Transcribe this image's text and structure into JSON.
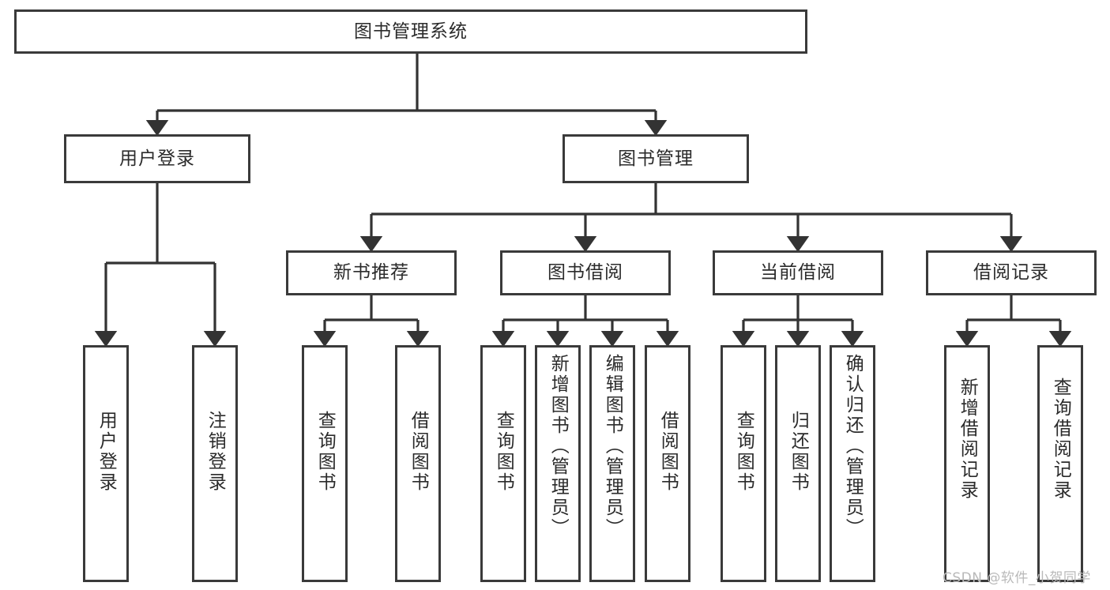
{
  "diagram": {
    "type": "tree-hierarchy-diagram",
    "title": "图书管理系统",
    "watermark": "CSDN @软件_小贺同学",
    "colors": {
      "box_border": "#3a3a3a",
      "box_fill": "#ffffff",
      "connector": "#333333",
      "text": "#2b2b2b",
      "watermark": "#b9b9b9",
      "background": "#ffffff"
    },
    "nodes": {
      "root": {
        "label": "图书管理系统",
        "level": 1,
        "orientation": "horizontal"
      },
      "l2": [
        {
          "id": "user-login",
          "label": "用户登录",
          "orientation": "horizontal"
        },
        {
          "id": "book-management",
          "label": "图书管理",
          "orientation": "horizontal"
        }
      ],
      "l3": [
        {
          "id": "new-book-recommend",
          "label": "新书推荐",
          "orientation": "horizontal"
        },
        {
          "id": "book-borrow",
          "label": "图书借阅",
          "orientation": "horizontal"
        },
        {
          "id": "current-borrow",
          "label": "当前借阅",
          "orientation": "horizontal"
        },
        {
          "id": "borrow-record",
          "label": "借阅记录",
          "orientation": "horizontal"
        }
      ],
      "leaves": [
        {
          "id": "leaf-user-login",
          "label": "用户登录",
          "parent": "user-login",
          "orientation": "vertical"
        },
        {
          "id": "leaf-user-logout",
          "label": "注销登录",
          "parent": "user-login",
          "orientation": "vertical"
        },
        {
          "id": "leaf-query-book-1",
          "label": "查询图书",
          "parent": "new-book-recommend",
          "orientation": "vertical"
        },
        {
          "id": "leaf-borrow-book-1",
          "label": "借阅图书",
          "parent": "new-book-recommend",
          "orientation": "vertical"
        },
        {
          "id": "leaf-query-book-2",
          "label": "查询图书",
          "parent": "book-borrow",
          "orientation": "vertical"
        },
        {
          "id": "leaf-add-book",
          "label": "新增图书（管理员）",
          "parent": "book-borrow",
          "orientation": "vertical"
        },
        {
          "id": "leaf-edit-book",
          "label": "编辑图书（管理员）",
          "parent": "book-borrow",
          "orientation": "vertical"
        },
        {
          "id": "leaf-borrow-book-2",
          "label": "借阅图书",
          "parent": "book-borrow",
          "orientation": "vertical"
        },
        {
          "id": "leaf-query-book-3",
          "label": "查询图书",
          "parent": "current-borrow",
          "orientation": "vertical"
        },
        {
          "id": "leaf-return-book",
          "label": "归还图书",
          "parent": "current-borrow",
          "orientation": "vertical"
        },
        {
          "id": "leaf-confirm-return",
          "label": "确认归还（管理员）",
          "parent": "current-borrow",
          "orientation": "vertical"
        },
        {
          "id": "leaf-add-record",
          "label": "新增借阅记录",
          "parent": "borrow-record",
          "orientation": "vertical"
        },
        {
          "id": "leaf-query-record",
          "label": "查询借阅记录",
          "parent": "borrow-record",
          "orientation": "vertical"
        }
      ]
    }
  }
}
